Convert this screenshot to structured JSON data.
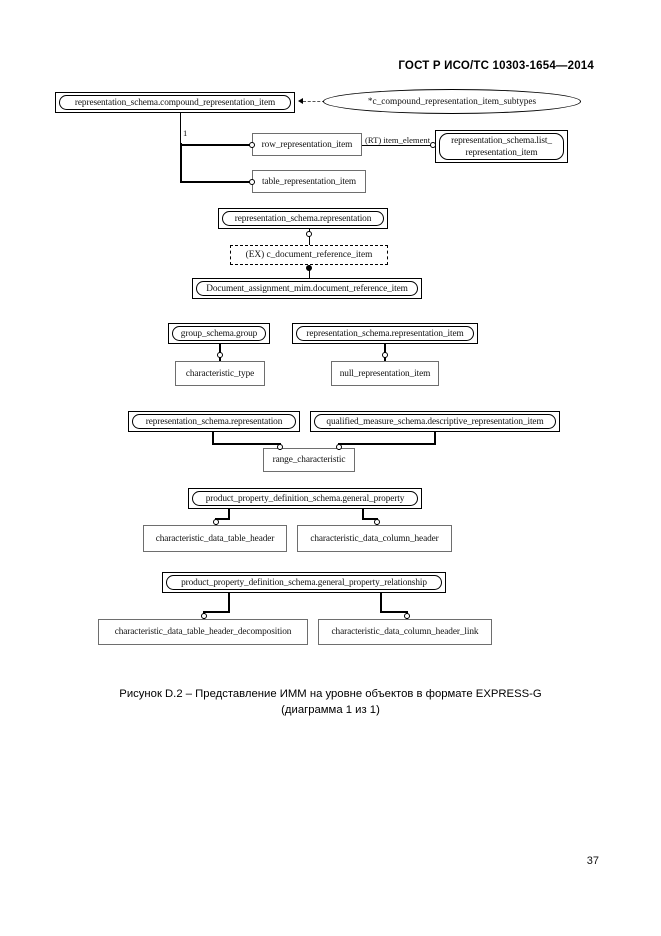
{
  "document": {
    "header": "ГОСТ Р ИСО/ТС 10303-1654—2014",
    "page_number": "37",
    "caption_line1": "Рисунок  D.2 – Представление ИММ на уровне объектов в формате EXPRESS-G",
    "caption_line2": "(диаграмма 1 из 1)"
  },
  "diagram": {
    "type": "EXPRESS-G entity-level diagram",
    "nodes": {
      "compound_representation_item": "representation_schema.compound_representation_item",
      "compound_subtypes_ellipse": "*c_compound_representation_item_subtypes",
      "row_representation_item": "row_representation_item",
      "table_representation_item": "table_representation_item",
      "list_representation_item_l1": "representation_schema.list_",
      "list_representation_item_l2": "representation_item",
      "representation": "representation_schema.representation",
      "document_reference_item": "(EX) c_document_reference_item",
      "document_assignment_mim": "Document_assignment_mim.document_reference_item",
      "group_schema_group": "group_schema.group",
      "characteristic_type": "characteristic_type",
      "representation_item": "representation_schema.representation_item",
      "null_representation_item": "null_representation_item",
      "representation2": "representation_schema.representation",
      "descriptive_representation_item": "qualified_measure_schema.descriptive_representation_item",
      "range_characteristic": "range_characteristic",
      "general_property": "product_property_definition_schema.general_property",
      "characteristic_data_table_header": "characteristic_data_table_header",
      "characteristic_data_column_header": "characteristic_data_column_header",
      "general_property_relationship": "product_property_definition_schema.general_property_relationship",
      "characteristic_data_table_header_decomposition": "characteristic_data_table_header_decomposition",
      "characteristic_data_column_header_link": "characteristic_data_column_header_link"
    },
    "edge_labels": {
      "cardinality_one": "1",
      "item_element": "(RT) item_element"
    },
    "colors": {
      "line": "#000000",
      "box_border": "#6e6e6e",
      "background": "#ffffff",
      "text": "#111111"
    }
  }
}
